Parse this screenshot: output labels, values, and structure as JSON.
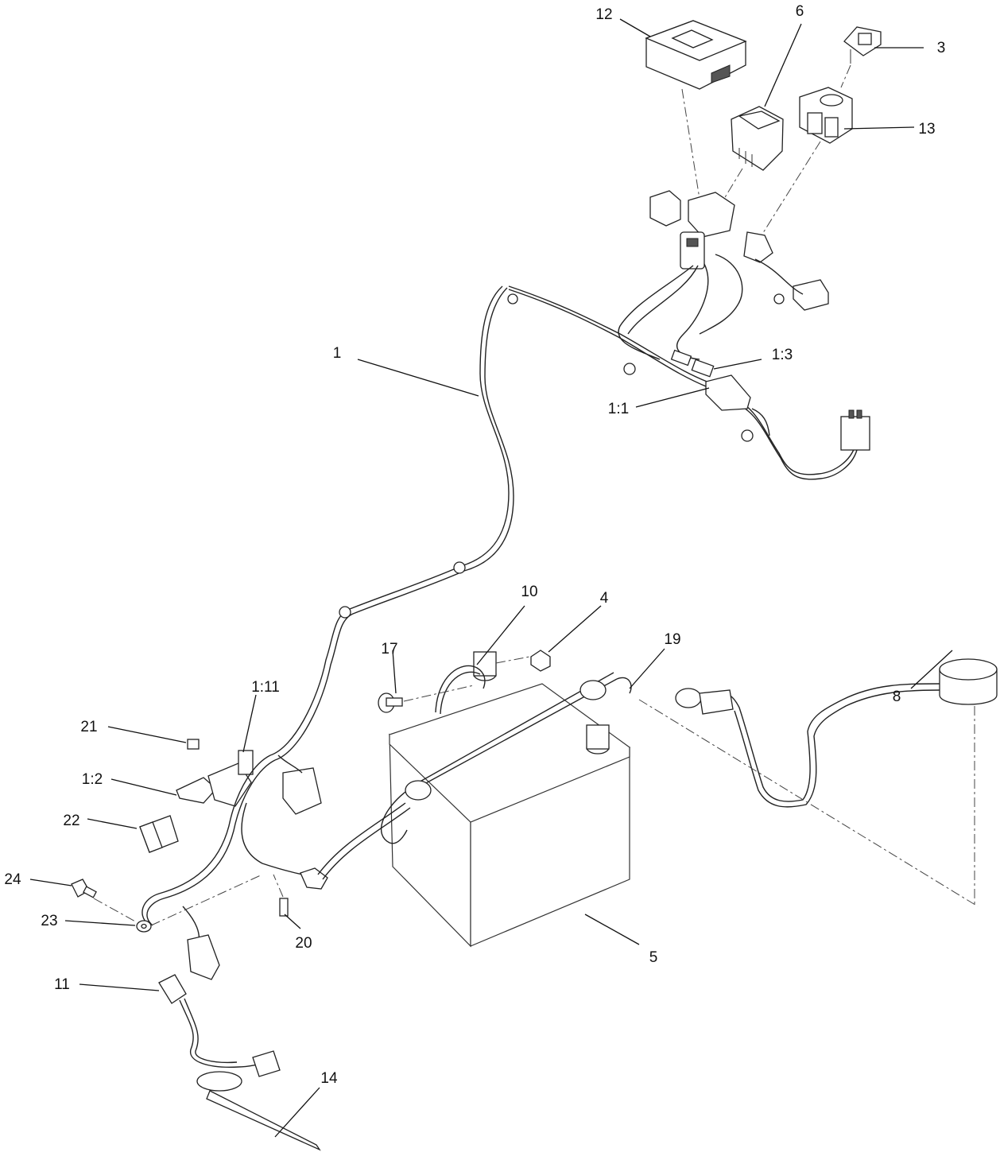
{
  "callouts": [
    {
      "id": "c-12",
      "text": "12"
    },
    {
      "id": "c-6",
      "text": "6"
    },
    {
      "id": "c-3",
      "text": "3"
    },
    {
      "id": "c-13",
      "text": "13"
    },
    {
      "id": "c-1",
      "text": "1"
    },
    {
      "id": "c-1-3",
      "text": "1:3"
    },
    {
      "id": "c-1-1",
      "text": "1:1"
    },
    {
      "id": "c-10",
      "text": "10"
    },
    {
      "id": "c-4",
      "text": "4"
    },
    {
      "id": "c-17",
      "text": "17"
    },
    {
      "id": "c-19",
      "text": "19"
    },
    {
      "id": "c-8",
      "text": "8"
    },
    {
      "id": "c-1-11",
      "text": "1:11"
    },
    {
      "id": "c-21",
      "text": "21"
    },
    {
      "id": "c-1-2",
      "text": "1:2"
    },
    {
      "id": "c-22",
      "text": "22"
    },
    {
      "id": "c-24",
      "text": "24"
    },
    {
      "id": "c-23",
      "text": "23"
    },
    {
      "id": "c-20",
      "text": "20"
    },
    {
      "id": "c-5",
      "text": "5"
    },
    {
      "id": "c-11",
      "text": "11"
    },
    {
      "id": "c-14",
      "text": "14"
    }
  ]
}
